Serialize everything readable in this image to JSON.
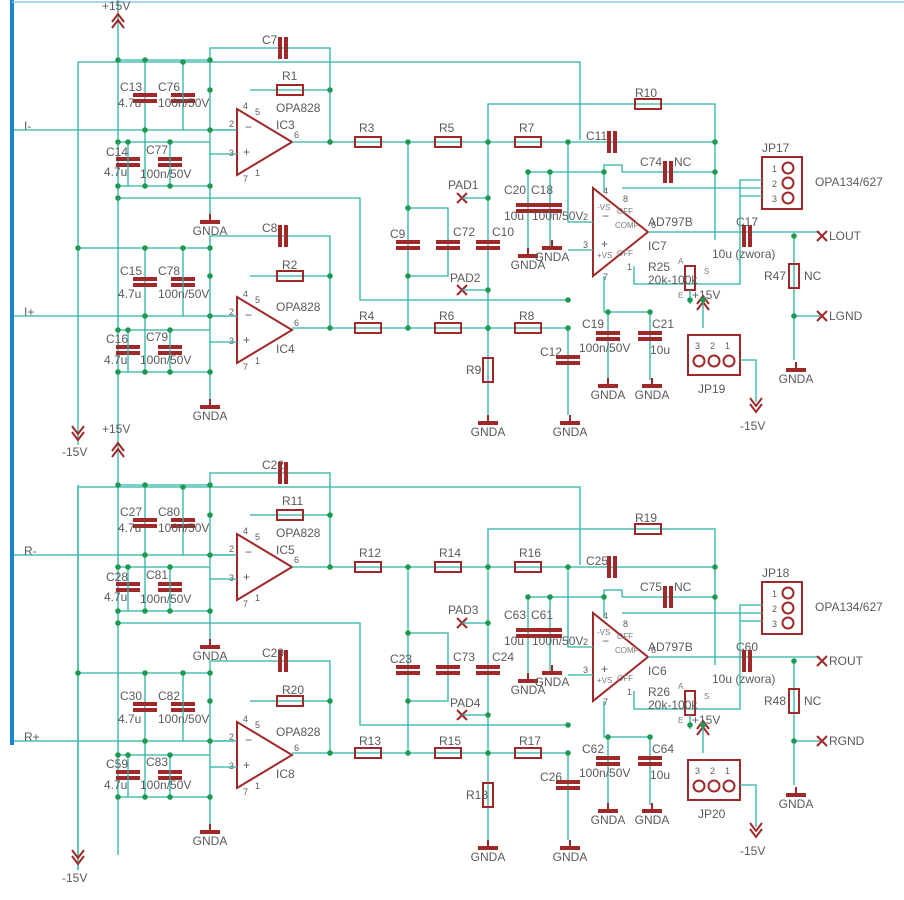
{
  "rails": {
    "pos": "+15V",
    "neg": "-15V"
  },
  "gnd": "GNDA",
  "inputs": [
    "I-",
    "I+",
    "R-",
    "R+"
  ],
  "opamps": {
    "first": "OPA828",
    "second": "AD797B"
  },
  "jumper_part": "OPA134/627",
  "outputs": {
    "lout": "LOUT",
    "lgnd": "LGND",
    "rout": "ROUT",
    "rgnd": "RGND"
  },
  "value_labels": {
    "c_4u7": "4.7u",
    "c_100n": "100n/50V",
    "c_10u": "10u",
    "c_out": "10u (zwora)",
    "nc": "NC",
    "trim": "20k-100k"
  },
  "top_channel": {
    "stage1_a": {
      "ic": "IC3",
      "fb_cap": "C7",
      "fb_res": "R1",
      "caps": [
        "C13",
        "C76",
        "C14",
        "C77"
      ]
    },
    "stage1_b": {
      "ic": "IC4",
      "fb_cap": "C8",
      "fb_res": "R2",
      "caps": [
        "C15",
        "C78",
        "C16",
        "C79"
      ]
    },
    "series_a": [
      "R3",
      "R5",
      "R7"
    ],
    "series_b": [
      "R4",
      "R6",
      "R8"
    ],
    "mid_caps": [
      "C9",
      "C72",
      "C10",
      "C12"
    ],
    "pads": [
      "PAD1",
      "PAD2"
    ],
    "r_gnd": "R9",
    "ic": "IC7",
    "fb_res": "R10",
    "fb_cap": "C11",
    "comp_cap": "C74",
    "dec_caps": [
      "C20",
      "C18"
    ],
    "dec_caps_neg": [
      "C19",
      "C21"
    ],
    "trim": "R25",
    "jp": "JP17",
    "jp_trim": "JP19",
    "out_cap": "C17",
    "out_res": "R47"
  },
  "bottom_channel": {
    "stage1_a": {
      "ic": "IC5",
      "fb_cap": "C22",
      "fb_res": "R11",
      "caps": [
        "C27",
        "C80",
        "C28",
        "C81"
      ]
    },
    "stage1_b": {
      "ic": "IC8",
      "fb_cap": "C29",
      "fb_res": "R20",
      "caps": [
        "C30",
        "C82",
        "C59",
        "C83"
      ]
    },
    "series_a": [
      "R12",
      "R14",
      "R16"
    ],
    "series_b": [
      "R13",
      "R15",
      "R17"
    ],
    "mid_caps": [
      "C23",
      "C73",
      "C24",
      "C26"
    ],
    "pads": [
      "PAD3",
      "PAD4"
    ],
    "r_gnd": "R18",
    "ic": "IC6",
    "fb_res": "R19",
    "fb_cap": "C25",
    "comp_cap": "C75",
    "dec_caps": [
      "C63",
      "C61"
    ],
    "dec_caps_neg": [
      "C62",
      "C64"
    ],
    "trim": "R26",
    "jp": "JP18",
    "jp_trim": "JP20",
    "out_cap": "C60",
    "out_res": "R48"
  },
  "pins": {
    "p1": "1",
    "p2": "2",
    "p3": "3",
    "p4": "4",
    "p5": "5",
    "p6": "6",
    "p7": "7",
    "p8": "8",
    "plus": "+",
    "minus": "−"
  },
  "ad797_pins": {
    "vs_neg": "-VS",
    "vs_pos": "+VS",
    "comp": "COMP",
    "off1": "OFF",
    "off2": "OFF",
    "a": "A",
    "e": "E",
    "s": "S"
  }
}
